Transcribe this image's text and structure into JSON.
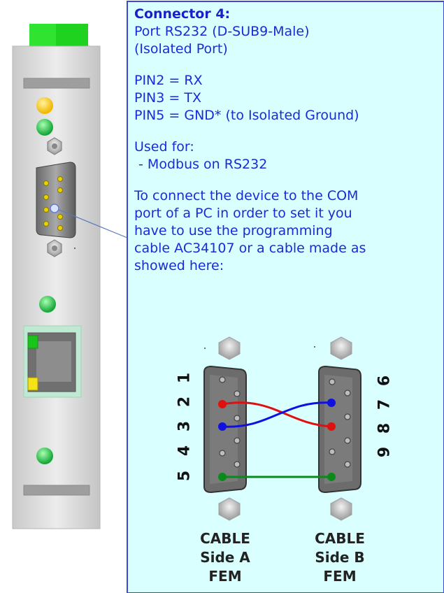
{
  "title": "Connector 4:",
  "port_lines": [
    "Port RS232 (D-SUB9-Male)",
    "(Isolated Port)"
  ],
  "pins": [
    "PIN2 = RX",
    "PIN3 = TX",
    "PIN5 = GND* (to Isolated Ground)"
  ],
  "used_for": [
    "Used for:",
    " - Modbus on RS232"
  ],
  "instructions": [
    "To connect the device to the COM",
    "port of a PC in order to set it you",
    "have to use the programming",
    "cable AC34107 or a cable made as",
    "showed here:"
  ],
  "side_a_pin_labels": [
    "1",
    "2",
    "3",
    "4",
    "5"
  ],
  "side_b_pin_labels": [
    "6",
    "7",
    "8",
    "9"
  ],
  "cable_a": [
    "CABLE",
    "Side A",
    "FEM"
  ],
  "cable_b": [
    "CABLE",
    "Side B",
    "FEM"
  ],
  "colors": {
    "panel_bg": "#d9ffff",
    "panel_border": "#3a4ad6",
    "text": "#1a2bd6",
    "wire_red": "#e01010",
    "wire_blue": "#1010e0",
    "wire_green": "#0a8a1a",
    "led_yellow": "#f5c400",
    "led_green": "#22b84a",
    "terminal_green": "#22cc22"
  }
}
